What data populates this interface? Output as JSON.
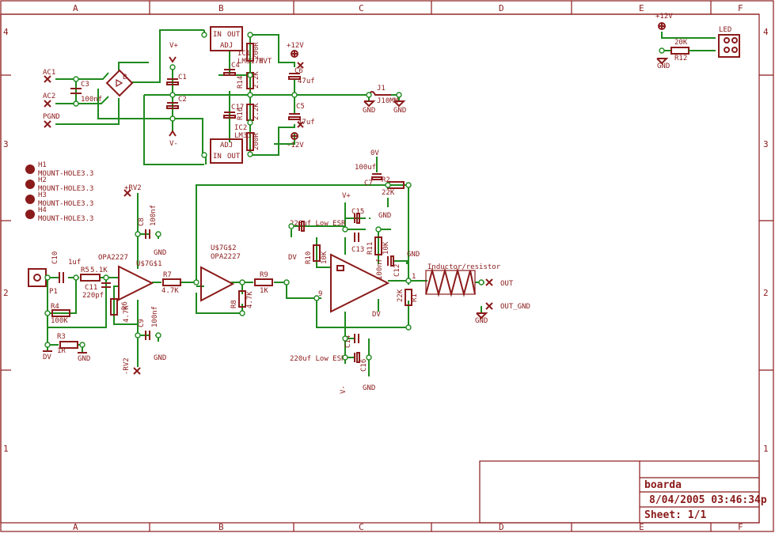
{
  "frame": {
    "columns": [
      "A",
      "B",
      "C",
      "D",
      "E",
      "F"
    ],
    "rows": [
      "4",
      "3",
      "2",
      "1"
    ]
  },
  "title_block": {
    "name": "boarda",
    "date": "8/04/2005 03:46:34p",
    "sheet": "Sheet: 1/1"
  },
  "colors": {
    "component": "#8b1a1a",
    "wire": "#1f8a1f",
    "background": "#ffffff"
  },
  "labels": {
    "ac1": "AC1",
    "ac2": "AC2",
    "pgnd": "PGND",
    "c3": "C3",
    "c3v": "100nf",
    "b": "B",
    "c1": "C1",
    "c2": "C2",
    "vplus": "V+",
    "vminus": "V-",
    "in": "IN",
    "out": "OUT",
    "adj": "ADJ",
    "ic1": "IC1",
    "ic2": "IC2",
    "lm317": "LM317T",
    "lm337": "LM337",
    "hvt": "HVT",
    "r_200r": "200R",
    "r_200r2": "200R",
    "r14": "R14",
    "r16": "R16",
    "r_22k": "2.2K",
    "r_22k2": "2.2K",
    "c4": "C4",
    "c17": "C17",
    "p12v": "+12V",
    "m12v": "-12V",
    "c5": "C5",
    "c6": "C6",
    "c47uf": "47uf",
    "c47uf2": "47uf",
    "j1": "J1",
    "j10mm": "J10MM",
    "gnd": "GND",
    "zero": "0V",
    "h1": "H1",
    "h2": "H2",
    "h3": "H3",
    "h4": "H4",
    "mount": "MOUNT-HOLE3.3",
    "rv2p": "+RV2",
    "rv2m": "-RV2",
    "c8": "C8",
    "c9": "C9",
    "c100nf": "100nf",
    "c100nf2": "100nf",
    "opa": "OPA2227",
    "opa2": "OPA2227",
    "u1": "U$7G$1",
    "u2": "U$7G$2",
    "c10": "C10",
    "c10v": "1uf",
    "p1": "P1",
    "r5": "R5",
    "r5v": "5.1K",
    "c11": "C11",
    "c11v": "220pf",
    "r4": "R4",
    "r4v": "100K",
    "r3": "R3",
    "r3v": "1R",
    "dv": "DV",
    "r6": "R6",
    "r6v": "4.7K",
    "r7": "R7",
    "r7v": "4.7K",
    "r8": "R8",
    "r8v": "4.7K",
    "r9": "R9",
    "r9v": "1K",
    "c7": "C7",
    "c7v": "100uf",
    "r2": "R2",
    "r2v": "22K",
    "c15": "C15",
    "c13": "C13",
    "c14": "C14",
    "c16": "C16",
    "c12": "C12",
    "esr": "220uf Low ESR",
    "esr2": "220uf Low ESR",
    "r10": "R10",
    "r10v": "10K",
    "r11": "R11",
    "r11v": "10K",
    "c12v": "100nf",
    "r1": "R1",
    "r1v": "22K",
    "pin9": "9",
    "pin1": "1",
    "inductor": "Inductor/resistor",
    "outl": "OUT",
    "outgnd": "OUT_GND",
    "led": "LED",
    "r12": "R12",
    "r12v": "20K"
  }
}
